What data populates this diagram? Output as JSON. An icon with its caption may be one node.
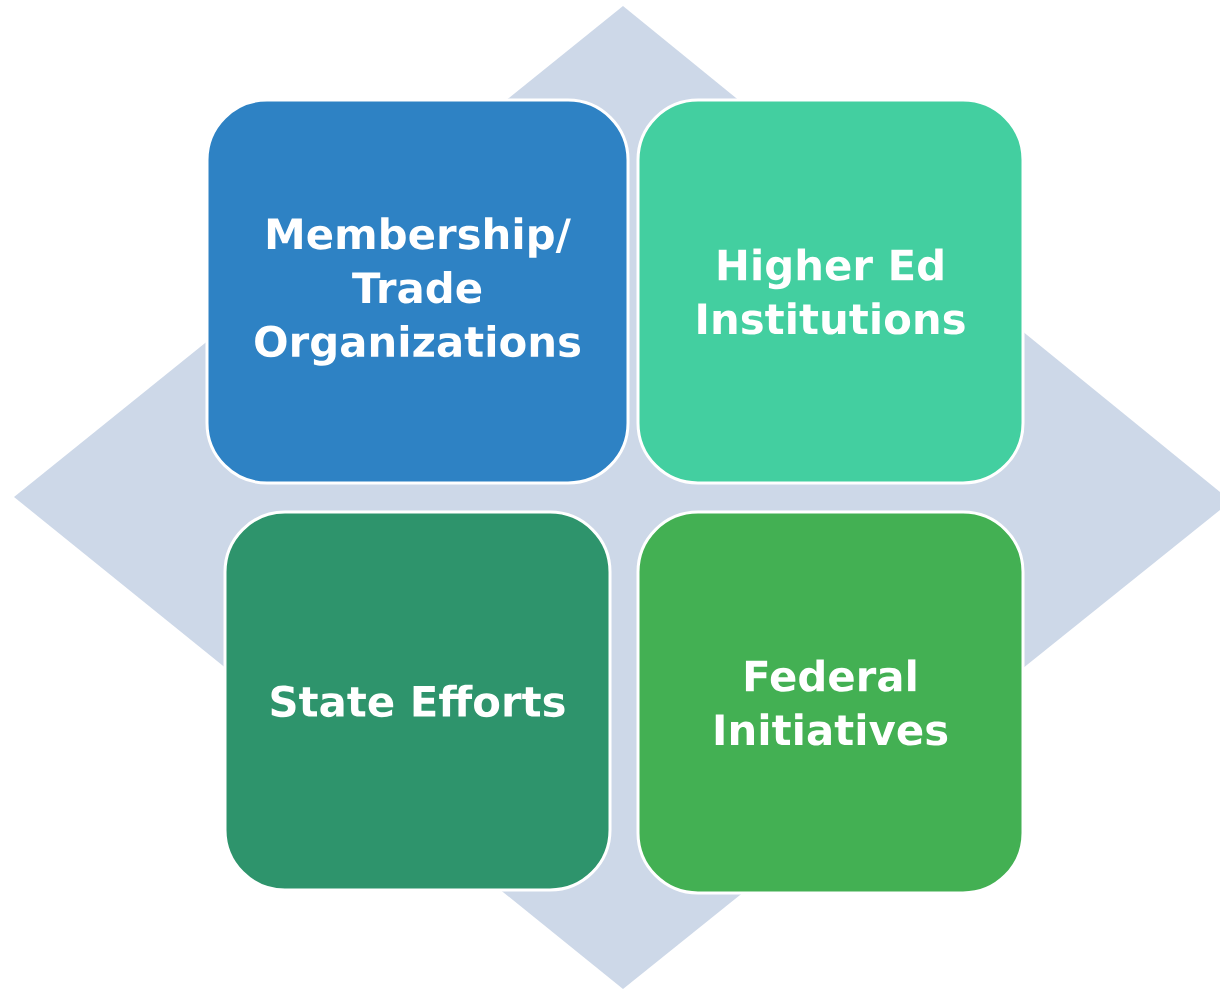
{
  "diagram": {
    "nodes": [
      {
        "text": [
          "Membership/ Trade Organizations"
        ]
      },
      {
        "text": [
          "Higher Ed Institutions"
        ]
      },
      {
        "text": [
          "State Efforts"
        ]
      },
      {
        "text": [
          "Federal Initiatives"
        ]
      }
    ]
  }
}
